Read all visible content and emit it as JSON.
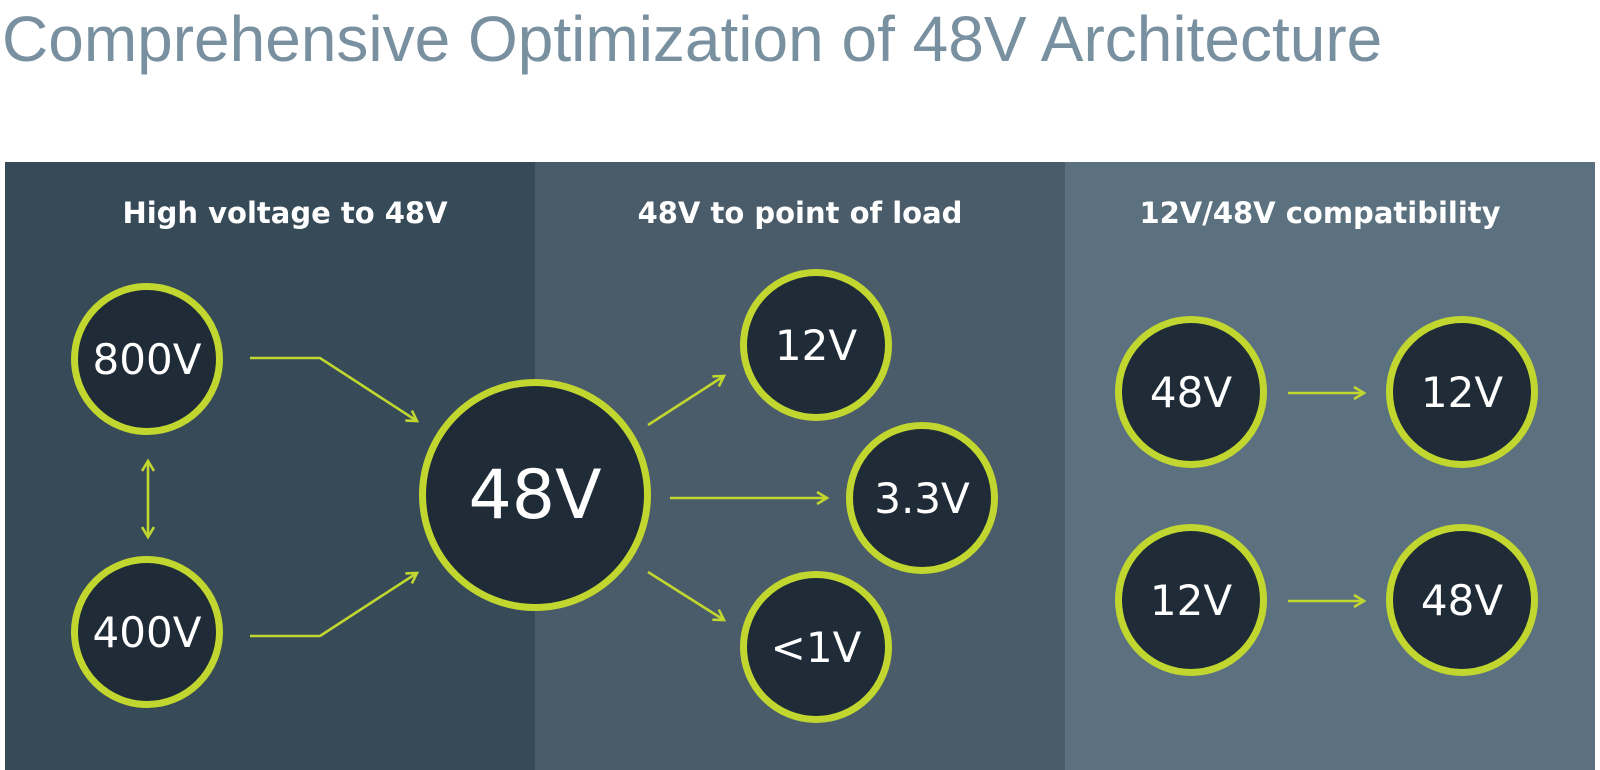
{
  "title": "Comprehensive Optimization of 48V Architecture",
  "colors": {
    "title": "#7890a0",
    "panel_left": "#364a58",
    "panel_middle": "#4a5b69",
    "panel_right": "#5c717f",
    "node_fill": "#1f2c37",
    "accent": "#c1d72f"
  },
  "panels": [
    {
      "heading": "High voltage to 48V"
    },
    {
      "heading": "48V to point of load"
    },
    {
      "heading": "12V/48V compatibility"
    }
  ],
  "nodes": {
    "v800": "800V",
    "v400": "400V",
    "hub": "48V",
    "out_12v": "12V",
    "out_3v3": "3.3V",
    "out_1v": "<1V",
    "compat_48v_a": "48V",
    "compat_12v_a": "12V",
    "compat_12v_b": "12V",
    "compat_48v_b": "48V"
  }
}
